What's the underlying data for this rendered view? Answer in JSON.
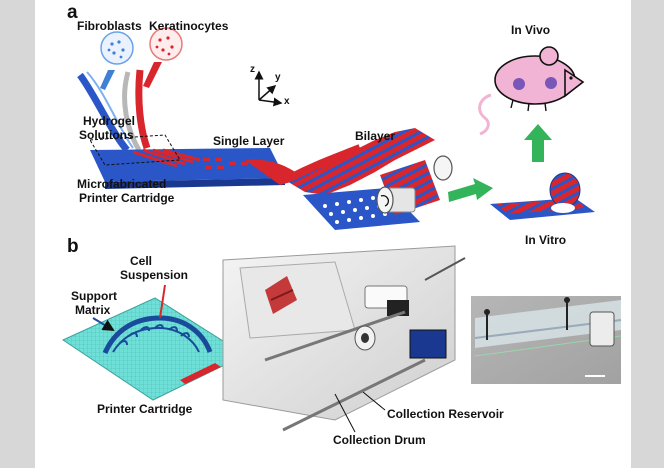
{
  "panel_a": {
    "letter": "a",
    "labels": {
      "fibroblasts": "Fibroblasts",
      "keratinocytes": "Keratinocytes",
      "hydrogel_line1": "Hydrogel",
      "hydrogel_line2": "Solutions",
      "single_layer": "Single Layer",
      "bilayer": "Bilayer",
      "cartridge_line1": "Microfabricated",
      "cartridge_line2": "Printer Cartridge",
      "in_vivo": "In Vivo",
      "in_vitro": "In Vitro"
    },
    "axes": {
      "z": "z",
      "y": "y",
      "x": "x"
    }
  },
  "panel_b": {
    "letter": "b",
    "labels": {
      "cell_line1": "Cell",
      "cell_line2": "Suspension",
      "support_line1": "Support",
      "support_line2": "Matrix",
      "printer_cartridge": "Printer Cartridge",
      "collection_reservoir": "Collection Reservoir",
      "collection_drum": "Collection Drum"
    }
  },
  "colors": {
    "blue": "#2a56c8",
    "red": "#d8262c",
    "green": "#33b35a",
    "teal": "#6fe0d8",
    "mouse": "#f1b4d4"
  }
}
